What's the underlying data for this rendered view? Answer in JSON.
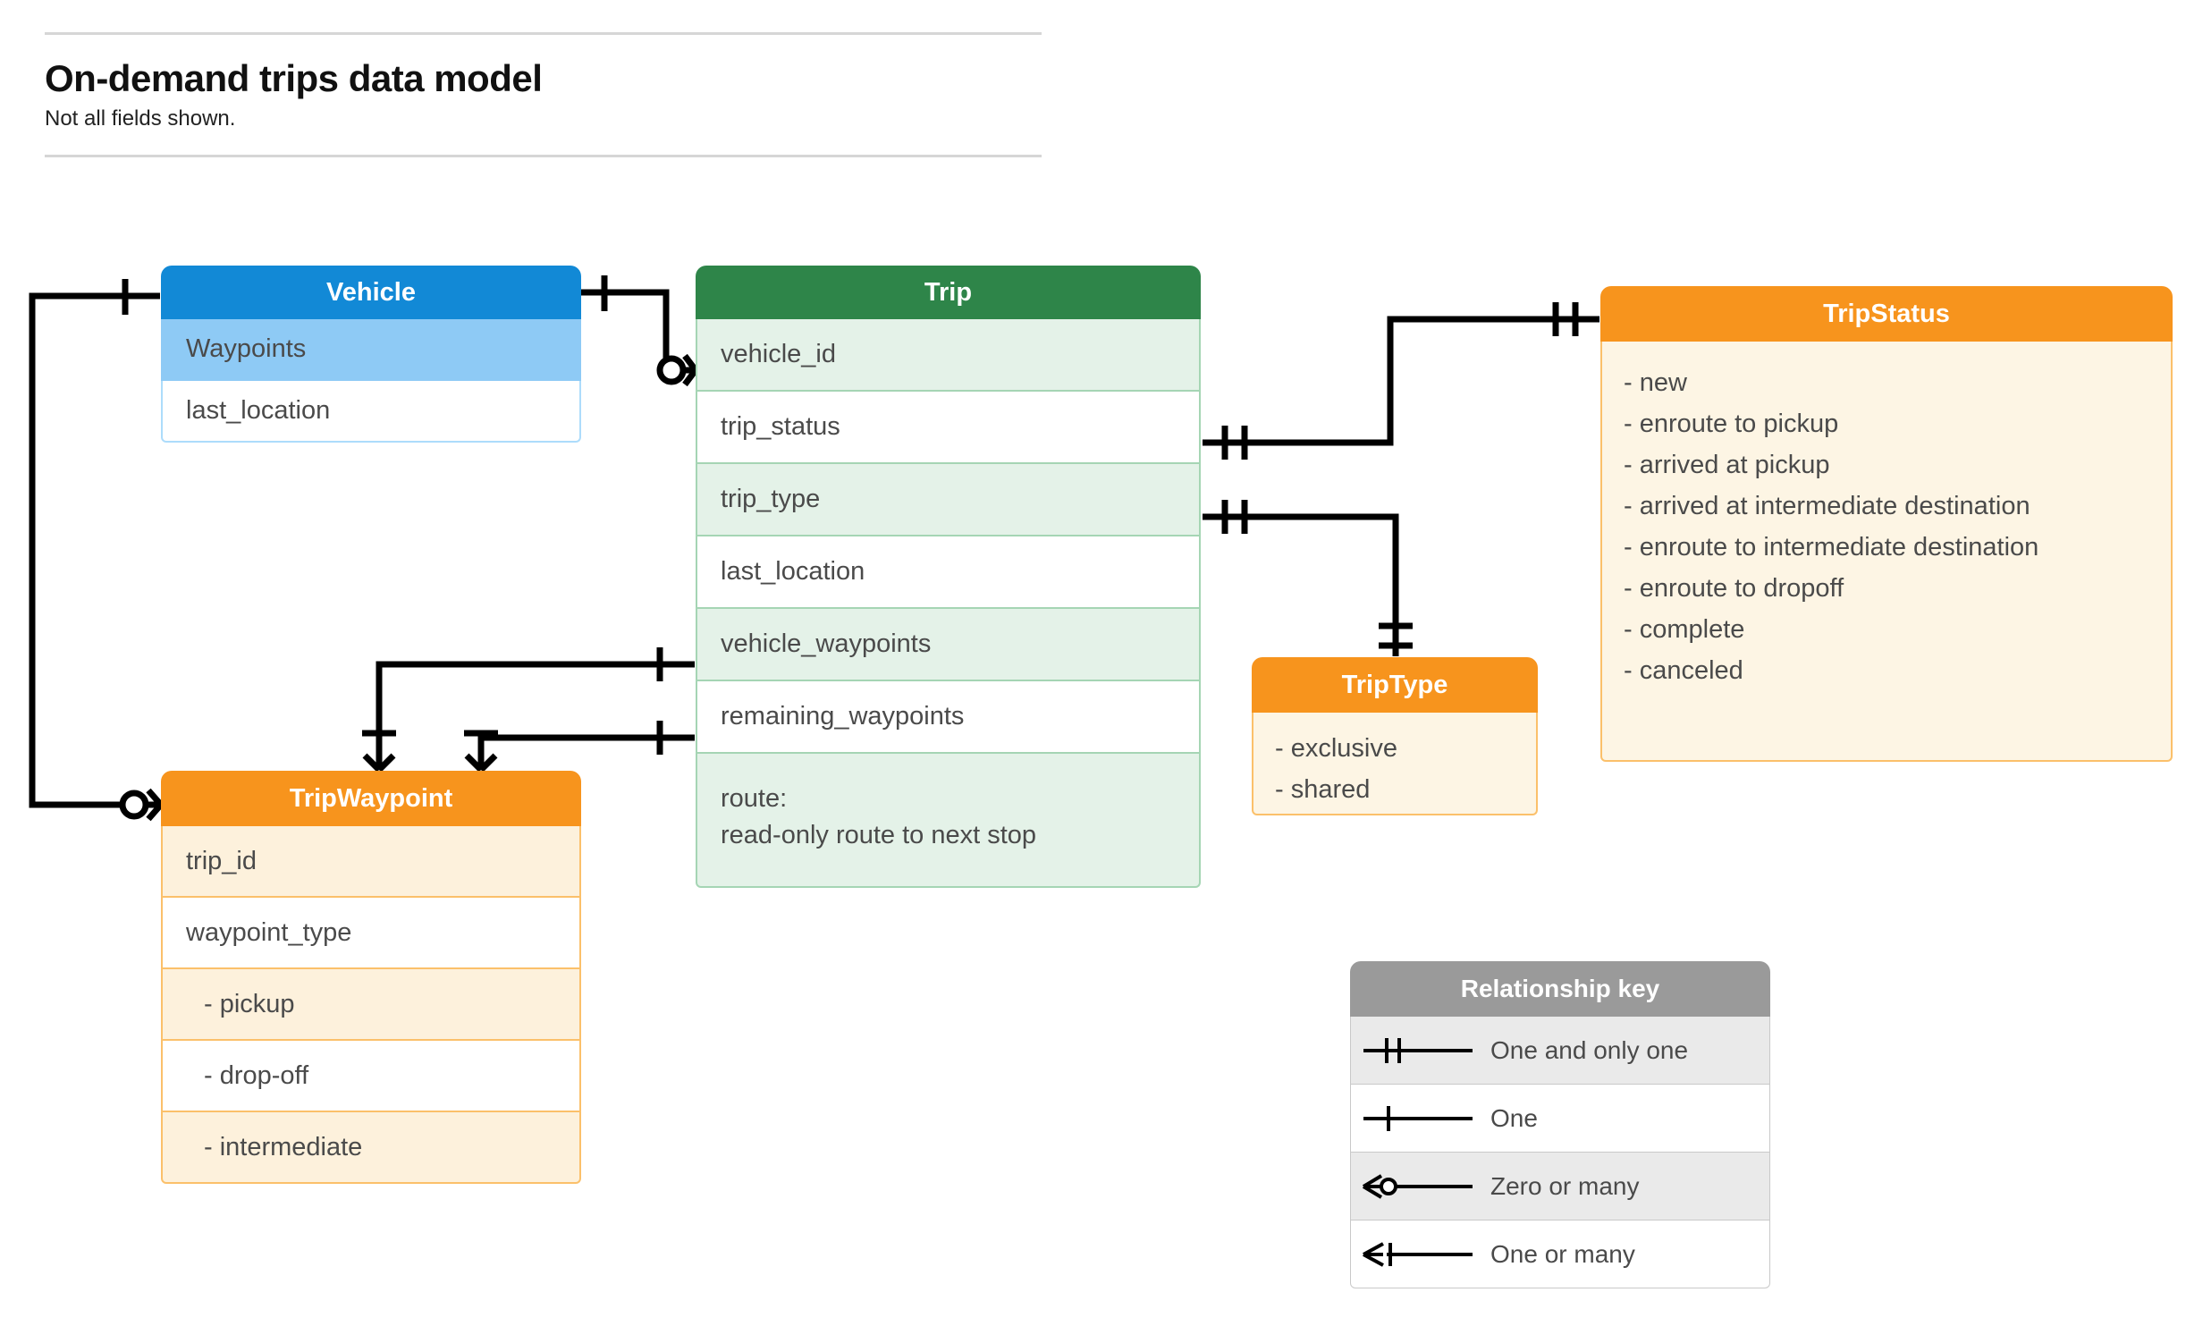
{
  "header": {
    "title": "On-demand trips data model",
    "subtitle": "Not all fields shown."
  },
  "colors": {
    "vehicle_header": "#1289d6",
    "vehicle_row_highlight": "#8ecaf5",
    "trip_header": "#2e8549",
    "trip_row_alt": "#e4f2e8",
    "orange_header": "#f7941d",
    "orange_body": "#fdf5e4",
    "key_header": "#9a9a9a",
    "line": "#000000"
  },
  "entities": {
    "vehicle": {
      "title": "Vehicle",
      "rows": [
        {
          "label": "Waypoints",
          "highlight": true
        },
        {
          "label": "last_location",
          "highlight": false
        }
      ]
    },
    "trip": {
      "title": "Trip",
      "rows": [
        {
          "label": "vehicle_id"
        },
        {
          "label": "trip_status"
        },
        {
          "label": "trip_type"
        },
        {
          "label": "last_location"
        },
        {
          "label": "vehicle_waypoints"
        },
        {
          "label": "remaining_waypoints"
        }
      ],
      "route_line1": "route:",
      "route_line2": "read-only route to next stop"
    },
    "tripwaypoint": {
      "title": "TripWaypoint",
      "rows": [
        {
          "label": "trip_id",
          "indent": false
        },
        {
          "label": "waypoint_type",
          "indent": false
        },
        {
          "label": "-  pickup",
          "indent": true
        },
        {
          "label": "-  drop-off",
          "indent": true
        },
        {
          "label": "-  intermediate",
          "indent": true
        }
      ]
    },
    "triptype": {
      "title": "TripType",
      "values": [
        "- exclusive",
        "- shared"
      ]
    },
    "tripstatus": {
      "title": "TripStatus",
      "values": [
        "- new",
        "- enroute to pickup",
        "- arrived at pickup",
        "- arrived at intermediate destination",
        "- enroute to intermediate destination",
        "- enroute to dropoff",
        "- complete",
        "- canceled"
      ]
    }
  },
  "relationship_key": {
    "title": "Relationship key",
    "rows": [
      {
        "symbol": "one-and-only-one-icon",
        "label": "One and only one"
      },
      {
        "symbol": "one-icon",
        "label": "One"
      },
      {
        "symbol": "zero-or-many-icon",
        "label": "Zero or many"
      },
      {
        "symbol": "one-or-many-icon",
        "label": "One or many"
      }
    ]
  },
  "relationships": [
    {
      "from": "Vehicle",
      "from_cardinality": "one",
      "to": "Trip.vehicle_id",
      "to_cardinality": "zero or many"
    },
    {
      "from": "Vehicle.Waypoints",
      "from_cardinality": "one",
      "to": "TripWaypoint",
      "to_cardinality": "zero or many"
    },
    {
      "from": "Trip.trip_status",
      "from_cardinality": "one and only one",
      "to": "TripStatus",
      "to_cardinality": "one and only one"
    },
    {
      "from": "Trip.trip_type",
      "from_cardinality": "one and only one",
      "to": "TripType",
      "to_cardinality": "one and only one"
    },
    {
      "from": "Trip.vehicle_waypoints",
      "from_cardinality": "one",
      "to": "TripWaypoint",
      "to_cardinality": "one or many"
    },
    {
      "from": "Trip.remaining_waypoints",
      "from_cardinality": "one",
      "to": "TripWaypoint",
      "to_cardinality": "one or many"
    }
  ]
}
